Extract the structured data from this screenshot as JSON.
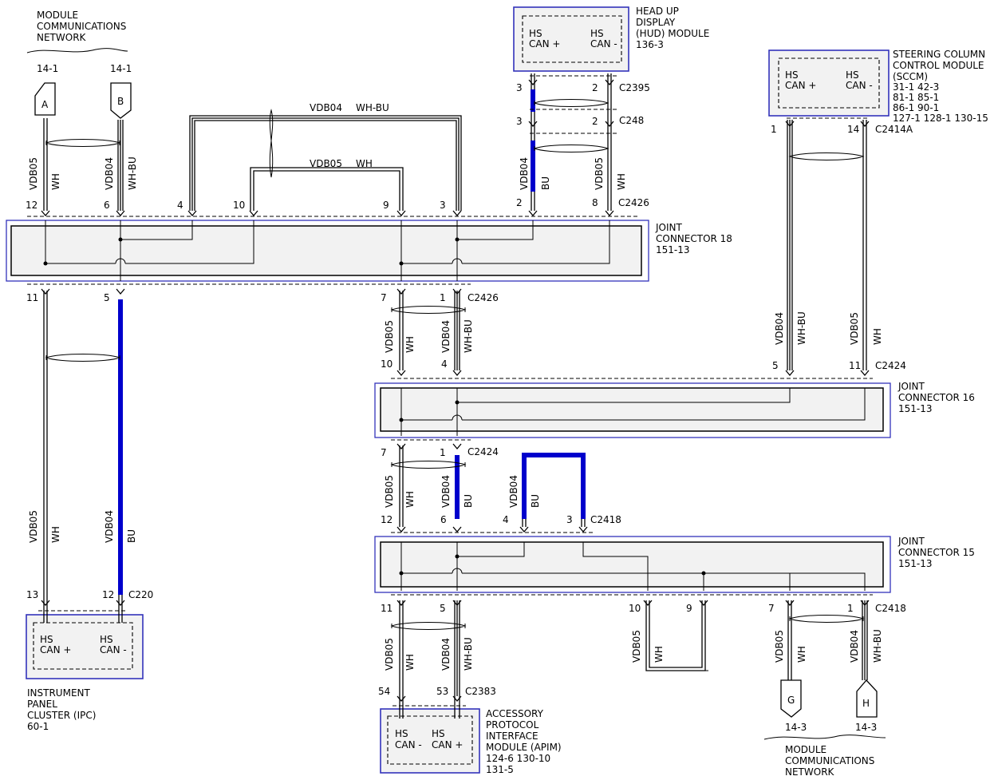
{
  "network_top_left": {
    "lines": [
      "MODULE",
      "COMMUNICATIONS",
      "NETWORK"
    ],
    "ref_a": "14-1",
    "ref_b": "14-1",
    "letter_a": "A",
    "letter_b": "B"
  },
  "network_bottom_right": {
    "lines": [
      "MODULE",
      "COMMUNICATIONS",
      "NETWORK"
    ],
    "ref_g": "14-3",
    "ref_h": "14-3",
    "letter_g": "G",
    "letter_h": "H"
  },
  "hud": {
    "lines": [
      "HEAD UP",
      "DISPLAY",
      "(HUD) MODULE",
      "136-3"
    ],
    "pin_left": [
      "HS",
      "CAN +"
    ],
    "pin_right": [
      "HS",
      "CAN -"
    ]
  },
  "sccm": {
    "lines": [
      "STEERING COLUMN",
      "CONTROL MODULE",
      "(SCCM)"
    ],
    "refs": [
      "31-1     42-3",
      "81-1     85-1",
      "86-1     90-1",
      "127-1   128-1   130-15"
    ],
    "pin_left": [
      "HS",
      "CAN +"
    ],
    "pin_right": [
      "HS",
      "CAN -"
    ]
  },
  "ipc": {
    "lines": [
      "INSTRUMENT",
      "PANEL",
      "CLUSTER (IPC)",
      "60-1"
    ],
    "pin_left": [
      "HS",
      "CAN +"
    ],
    "pin_right": [
      "HS",
      "CAN -"
    ]
  },
  "apim": {
    "lines": [
      "ACCESSORY",
      "PROTOCOL",
      "INTERFACE",
      "MODULE (APIM)",
      "124-6     130-10",
      "131-5"
    ],
    "pin_left": [
      "HS",
      "CAN -"
    ],
    "pin_right": [
      "HS",
      "CAN +"
    ]
  },
  "jc18": {
    "lines": [
      "JOINT",
      "CONNECTOR 18",
      "151-13"
    ]
  },
  "jc16": {
    "lines": [
      "JOINT",
      "CONNECTOR 16",
      "151-13"
    ]
  },
  "jc15": {
    "lines": [
      "JOINT",
      "CONNECTOR 15",
      "151-13"
    ]
  },
  "connectors": {
    "c2395": "C2395",
    "c248": "C248",
    "c2426a": "C2426",
    "c2426b": "C2426",
    "c2414a": "C2414A",
    "c2424a": "C2424",
    "c2424b": "C2424",
    "c2418a": "C2418",
    "c2418b": "C2418",
    "c220": "C220",
    "c2383": "C2383"
  },
  "top_wires": {
    "vdb04": "VDB04",
    "wh_bu": "WH-BU",
    "vdb05": "VDB05",
    "wh": "WH"
  },
  "wire_labels": {
    "vdb05": "VDB05",
    "vdb04": "VDB04",
    "wh": "WH",
    "bu": "BU",
    "wh_bu": "WH-BU"
  },
  "pins": {
    "p12a": "12",
    "p6a": "6",
    "p4a": "4",
    "p10a": "10",
    "p9a": "9",
    "p3a": "3",
    "p2a": "2",
    "p8a": "8",
    "hud3a": "3",
    "hud2a": "2",
    "hud3b": "3",
    "hud2b": "2",
    "p11a": "11",
    "p5a": "5",
    "p7a": "7",
    "p1a": "1",
    "p10b": "10",
    "p4b": "4",
    "p5b": "5",
    "p11b": "11",
    "sccm1": "1",
    "sccm14": "14",
    "p7b": "7",
    "p1b": "1",
    "p12b": "12",
    "p6b": "6",
    "p4c": "4",
    "p3c": "3",
    "p11c": "11",
    "p5c": "5",
    "p10c": "10",
    "p9c": "9",
    "p7c": "7",
    "p1c": "1",
    "ipc13": "13",
    "ipc12": "12",
    "apim54": "54",
    "apim53": "53"
  }
}
